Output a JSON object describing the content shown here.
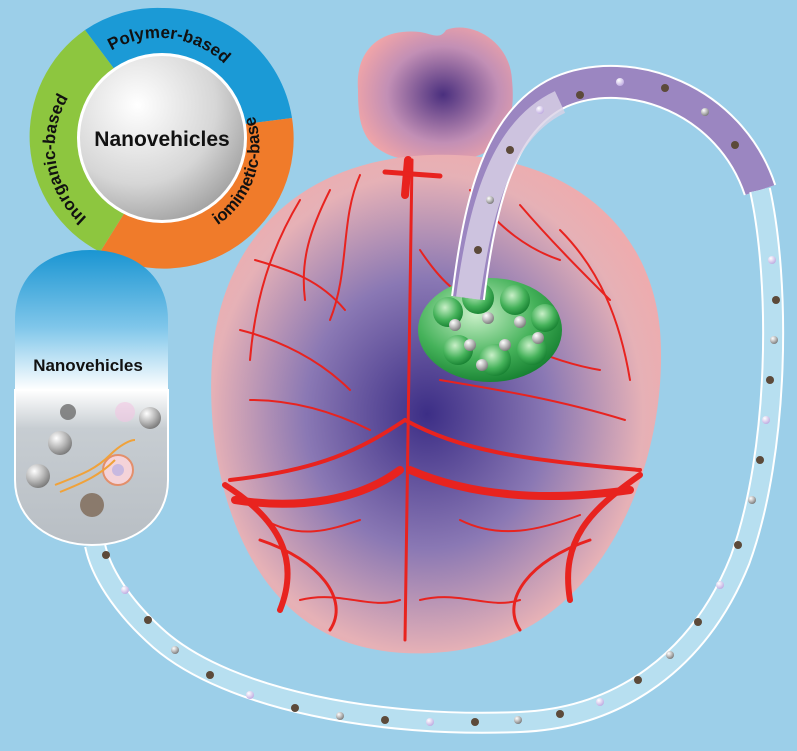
{
  "ring": {
    "center_label": "Nanovehicles",
    "segments": [
      {
        "label": "Polymer-based",
        "color": "#1b9ad6"
      },
      {
        "label": "Biomimetic-based",
        "color": "#f07b2a"
      },
      {
        "label": "Inorganic-based",
        "color": "#8dc63f"
      }
    ]
  },
  "capsule": {
    "label": "Nanovehicles",
    "top_color": "#1b9ad6"
  },
  "colors": {
    "background": "#9ccfe9",
    "brain_fill": "#f2b3b3",
    "vessel": "#e8231f",
    "tumor": "#2fa84a",
    "catheter": "#9b86c1"
  }
}
